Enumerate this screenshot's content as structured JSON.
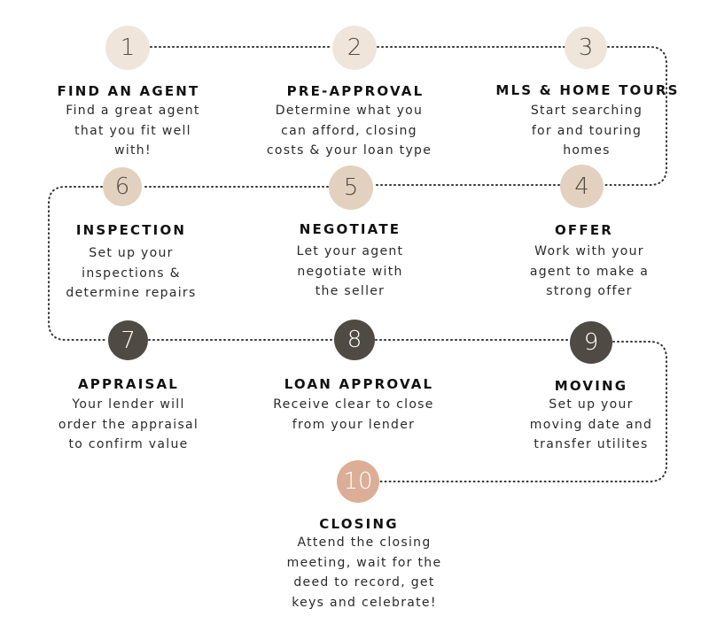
{
  "colors": {
    "light": "#efe5da",
    "mid": "#e3d1bf",
    "dark": "#4f4a43",
    "accent": "#dcae97",
    "connector": "#333333"
  },
  "steps": [
    {
      "number": "1",
      "title": "FIND AN AGENT",
      "lines": [
        "Find a great agent",
        "that you fit well",
        "with!"
      ]
    },
    {
      "number": "2",
      "title": "PRE-APPROVAL",
      "lines": [
        "Determine what you",
        "can afford, closing",
        "costs & your loan type"
      ]
    },
    {
      "number": "3",
      "title": "MLS & HOME TOURS",
      "lines": [
        "Start searching",
        "for and touring",
        "homes"
      ]
    },
    {
      "number": "4",
      "title": "OFFER",
      "lines": [
        "Work with your",
        "agent to make a",
        "strong offer"
      ]
    },
    {
      "number": "5",
      "title": "NEGOTIATE",
      "lines": [
        "Let your agent",
        "negotiate with",
        "the seller"
      ]
    },
    {
      "number": "6",
      "title": "INSPECTION",
      "lines": [
        "Set up your",
        "inspections &",
        "determine repairs"
      ]
    },
    {
      "number": "7",
      "title": "APPRAISAL",
      "lines": [
        "Your lender will",
        "order the appraisal",
        "to confirm value"
      ]
    },
    {
      "number": "8",
      "title": "LOAN APPROVAL",
      "lines": [
        "Receive clear to close",
        "from your lender"
      ]
    },
    {
      "number": "9",
      "title": "MOVING",
      "lines": [
        "Set up your",
        "moving date and",
        "transfer utilites"
      ]
    },
    {
      "number": "10",
      "title": "CLOSING",
      "lines": [
        "Attend the closing",
        "meeting, wait for the",
        "deed to record,  get",
        "keys and celebrate!"
      ]
    }
  ]
}
